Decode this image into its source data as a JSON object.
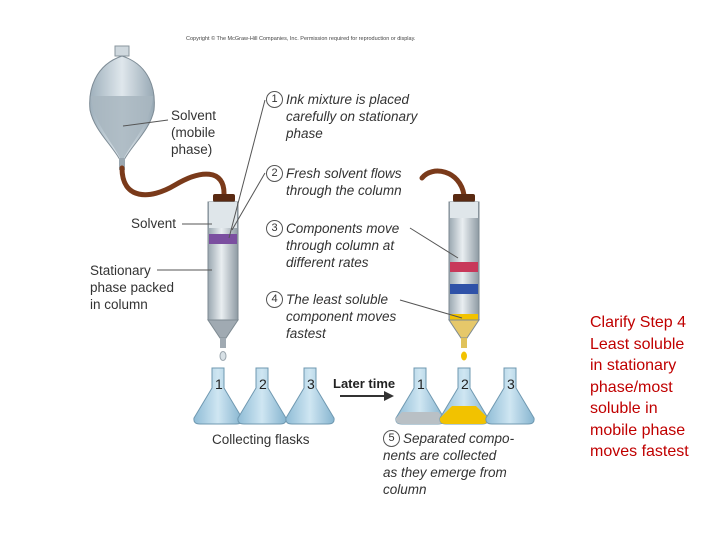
{
  "copyright": "Copyright © The McGraw-Hill Companies, Inc. Permission required for reproduction or display.",
  "labels": {
    "solvent_mobile": [
      "Solvent",
      "(mobile",
      "phase)"
    ],
    "solvent": "Solvent",
    "stationary": [
      "Stationary",
      "phase packed",
      "in column"
    ],
    "collecting_flasks": "Collecting flasks",
    "later_time": "Later time"
  },
  "steps": [
    {
      "num": "1",
      "lines": [
        "Ink mixture is placed",
        "carefully on stationary",
        "phase"
      ]
    },
    {
      "num": "2",
      "lines": [
        "Fresh solvent flows",
        "through the column"
      ]
    },
    {
      "num": "3",
      "lines": [
        "Components move",
        "through column at",
        "different rates"
      ]
    },
    {
      "num": "4",
      "lines": [
        "The least soluble",
        "component moves",
        "fastest"
      ]
    },
    {
      "num": "5",
      "lines": [
        "Separated compo-",
        "nents are collected",
        "as they emerge from",
        "column"
      ]
    }
  ],
  "flask_numbers_left": [
    "1",
    "2",
    "3"
  ],
  "flask_numbers_right": [
    "1",
    "2",
    "3"
  ],
  "clarify_note": [
    "Clarify Step 4",
    "Least soluble",
    "in stationary",
    "phase/most",
    "soluble in",
    "mobile phase",
    "moves fastest"
  ],
  "colors": {
    "tube": "#7a3a1a",
    "purple_band": "#7b4fa0",
    "red_band": "#c8385a",
    "blue_band": "#2f52a8",
    "yellow": "#f2c200",
    "flask_blue": "#a9cfe3",
    "note_red": "#c00000"
  }
}
